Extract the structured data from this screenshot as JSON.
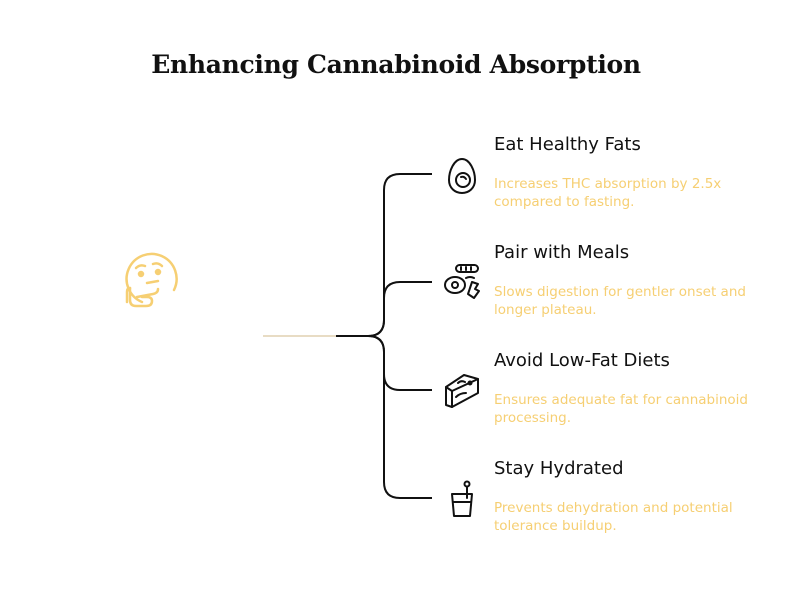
{
  "title": "Enhancing Cannabinoid Absorption",
  "colors": {
    "accent": "#f6cf73",
    "line": "#111111",
    "stem": "#e8dcc4",
    "heading": "#111111"
  },
  "hero_icon": "thinking-face-icon",
  "items": [
    {
      "icon": "egg-icon",
      "heading": "Eat Healthy Fats",
      "description": "Increases THC absorption by 2.5x compared to fasting."
    },
    {
      "icon": "breakfast-meal-icon",
      "heading": "Pair with Meals",
      "description": "Slows digestion for gentler onset and longer plateau."
    },
    {
      "icon": "cheese-icon",
      "heading": "Avoid Low-Fat Diets",
      "description": "Ensures adequate fat for cannabinoid processing."
    },
    {
      "icon": "drink-glass-icon",
      "heading": "Stay Hydrated",
      "description": "Prevents dehydration and potential tolerance buildup."
    }
  ]
}
